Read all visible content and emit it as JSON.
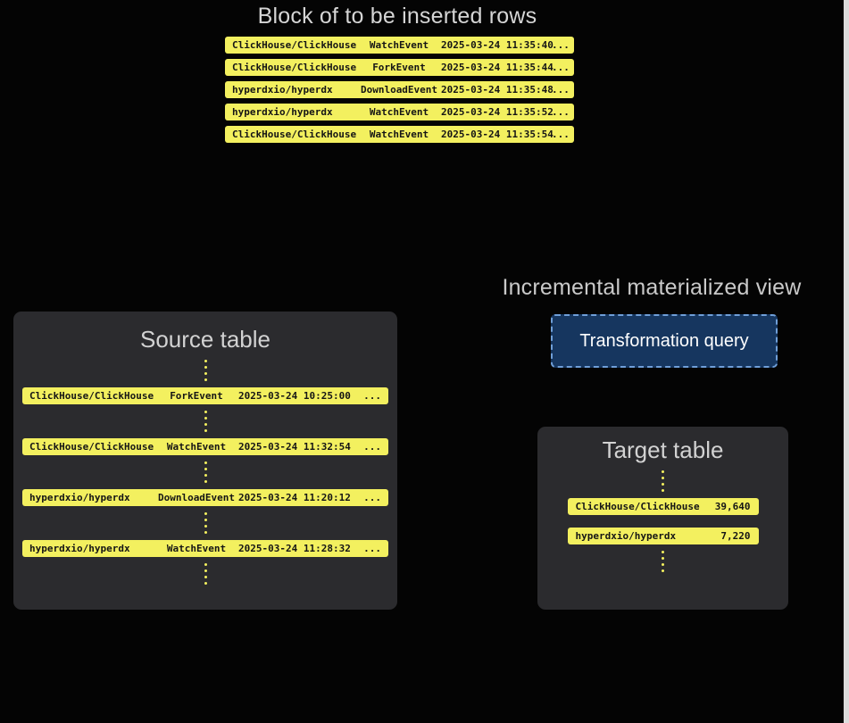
{
  "block": {
    "title": "Block of to be inserted rows",
    "rows": [
      {
        "repo": "ClickHouse/ClickHouse",
        "event": "WatchEvent",
        "timestamp": "2025-03-24 11:35:40",
        "more": "..."
      },
      {
        "repo": "ClickHouse/ClickHouse",
        "event": "ForkEvent",
        "timestamp": "2025-03-24 11:35:44",
        "more": "..."
      },
      {
        "repo": "hyperdxio/hyperdx",
        "event": "DownloadEvent",
        "timestamp": "2025-03-24 11:35:48",
        "more": "..."
      },
      {
        "repo": "hyperdxio/hyperdx",
        "event": "WatchEvent",
        "timestamp": "2025-03-24 11:35:52",
        "more": "..."
      },
      {
        "repo": "ClickHouse/ClickHouse",
        "event": "WatchEvent",
        "timestamp": "2025-03-24 11:35:54",
        "more": "..."
      }
    ]
  },
  "materialized_view": {
    "title": "Incremental materialized view",
    "query_label": "Transformation query"
  },
  "source_table": {
    "title": "Source table",
    "rows": [
      {
        "repo": "ClickHouse/ClickHouse",
        "event": "ForkEvent",
        "timestamp": "2025-03-24 10:25:00",
        "more": "..."
      },
      {
        "repo": "ClickHouse/ClickHouse",
        "event": "WatchEvent",
        "timestamp": "2025-03-24 11:32:54",
        "more": "..."
      },
      {
        "repo": "hyperdxio/hyperdx",
        "event": "DownloadEvent",
        "timestamp": "2025-03-24 11:20:12",
        "more": "..."
      },
      {
        "repo": "hyperdxio/hyperdx",
        "event": "WatchEvent",
        "timestamp": "2025-03-24 11:28:32",
        "more": "..."
      }
    ]
  },
  "target_table": {
    "title": "Target table",
    "rows": [
      {
        "repo": "ClickHouse/ClickHouse",
        "count": "39,640"
      },
      {
        "repo": "hyperdxio/hyperdx",
        "count": "7,220"
      }
    ]
  },
  "colors": {
    "background": "#040404",
    "panel_bg": "#2b2b2e",
    "row_yellow": "#f3f05f",
    "row_text": "#151515",
    "heading_text": "#d5d5d5",
    "query_bg": "#16365f",
    "query_border": "#6f9fd9",
    "query_text": "#ffffff"
  }
}
